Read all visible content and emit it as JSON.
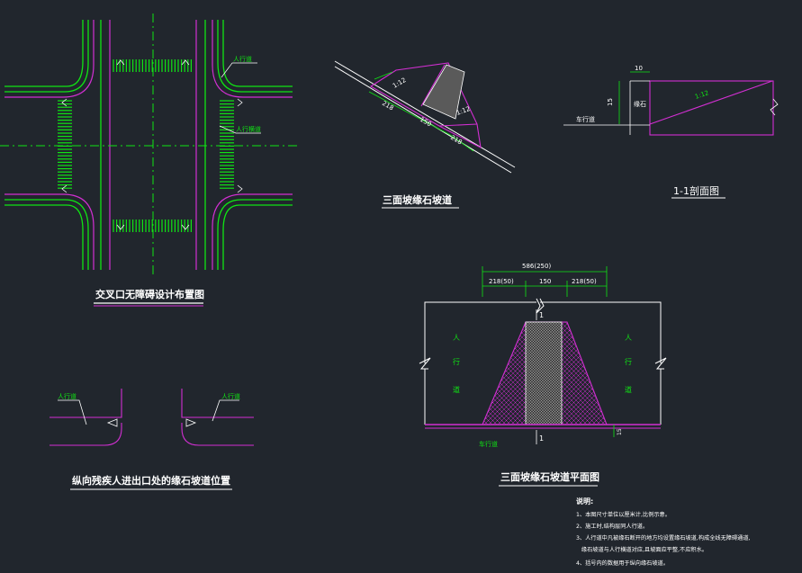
{
  "titles": {
    "intersection": "交叉口无障碍设计布置图",
    "three_side": "三面坡缘石坡道",
    "section": "1-1剖面图",
    "longitudinal": "纵向残疾人进出口处的缘石坡道位置",
    "plan": "三面坡缘石坡道平面图"
  },
  "labels": {
    "sidewalk": "人行道",
    "crossing": "人行横道",
    "curb": "缘石",
    "lane": "车行道",
    "pedestrian_v": [
      "人",
      "行",
      "道"
    ],
    "section_mark": "1",
    "slope": "1:12",
    "dims_angled": [
      "218",
      "150",
      "218"
    ],
    "dim_total": "586(250)",
    "dims_plan": [
      "218(50)",
      "150",
      "218(50)"
    ],
    "dim_top": "10",
    "dim_side": "15",
    "dim_bottom": "15"
  },
  "notes": {
    "heading": "说明:",
    "items": [
      "1、本图尺寸单位以厘米计,比例示意。",
      "2、施工时,结构层同人行道。",
      "3、人行道中凡被缘石断开的地方均设置缘石坡道,构成全线无障碍通道,",
      "   缘石坡道与人行横道对应,且坡面应平整,不应积水。",
      "4、括号内的数据用于纵向缘石坡道。"
    ]
  },
  "colors": {
    "green": "#10e414",
    "magenta": "#d22fd2",
    "white": "#ffffff",
    "background": "#21262d"
  }
}
